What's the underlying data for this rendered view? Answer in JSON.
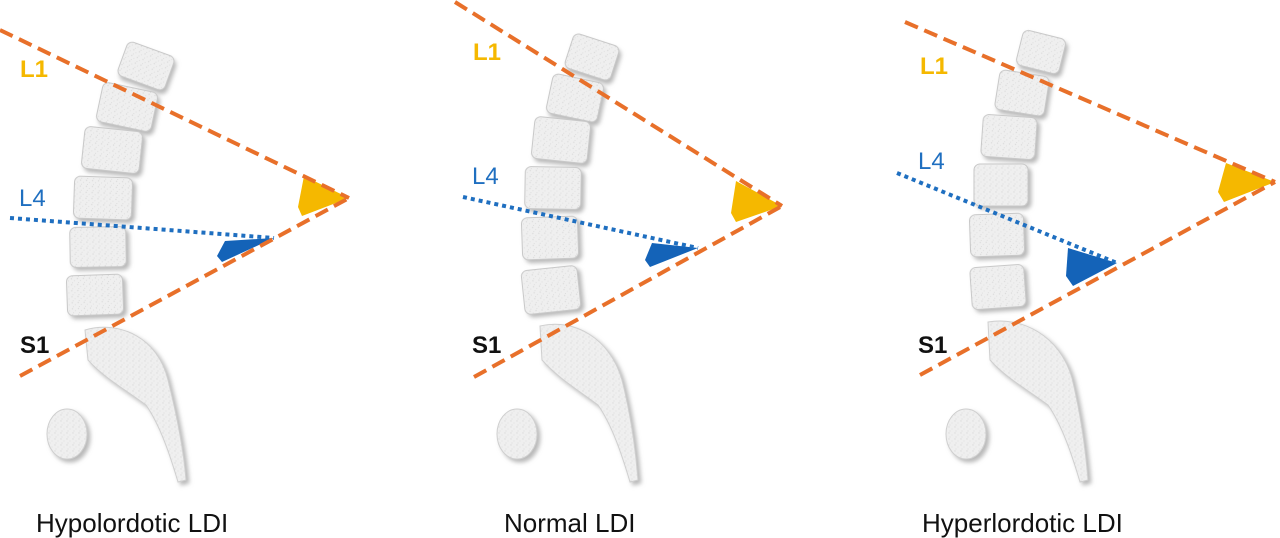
{
  "colors": {
    "l1_label": "#f5b800",
    "l4_label": "#1f6fc0",
    "dashed_line": "#e8702a",
    "dotted_line": "#1f6fc0",
    "angle_l1": "#f5b800",
    "angle_l4": "#1463b8",
    "bone": "#efefef"
  },
  "panels": [
    {
      "id": "hypo",
      "caption": "Hypolordotic LDI",
      "labels": {
        "l1": "L1",
        "l4": "L4",
        "s1": "S1"
      }
    },
    {
      "id": "normal",
      "caption": "Normal LDI",
      "labels": {
        "l1": "L1",
        "l4": "L4",
        "s1": "S1"
      }
    },
    {
      "id": "hyper",
      "caption": "Hyperlordotic LDI",
      "labels": {
        "l1": "L1",
        "l4": "L4",
        "s1": "S1"
      }
    }
  ]
}
